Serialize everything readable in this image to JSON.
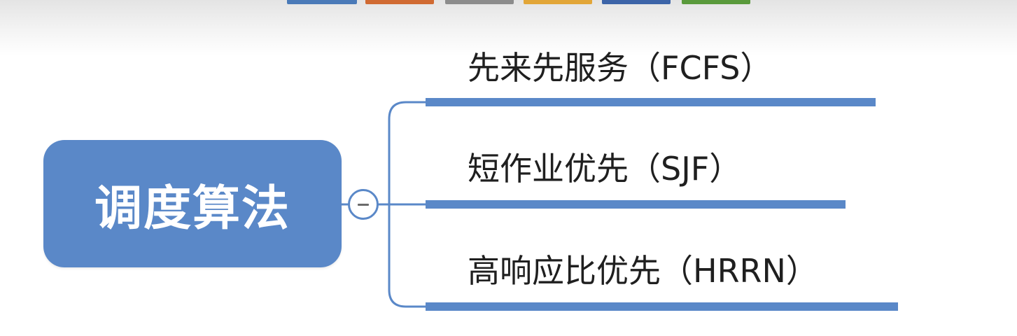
{
  "colors": {
    "node": "#5a88c8",
    "line": "#5a88c8",
    "text": "#1f1f1f",
    "swatches": [
      "#4a7ab8",
      "#d06a32",
      "#8c8c8c",
      "#e2a638",
      "#3c64a8",
      "#5a9a3c"
    ]
  },
  "root": {
    "label": "调度算法"
  },
  "collapse_toggle": {
    "icon": "minus-icon"
  },
  "branches": [
    {
      "label": "先来先服务（FCFS）"
    },
    {
      "label": "短作业优先（SJF）"
    },
    {
      "label": "高响应比优先（HRRN）"
    }
  ]
}
